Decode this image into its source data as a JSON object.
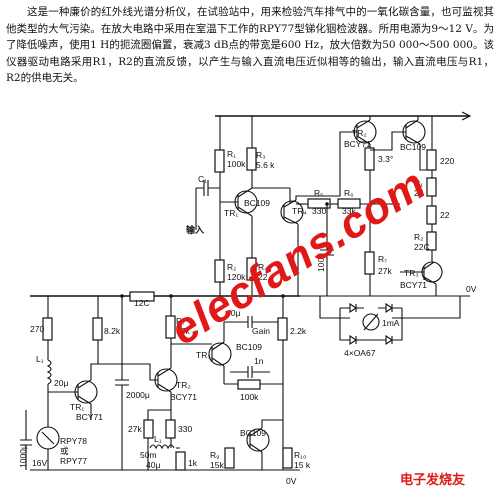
{
  "intro": {
    "text": "这是一种廉价的红外线光谱分析仪，在试验站中，用来检验汽车排气中的一氧化碳含量，也可监视其他类型的大气污染。在放大电路中采用在室温下工作的RPY77型锑化铟检波器。所用电源为9～12 V。为了降低噪声，使用1 H的扼流圈偏置，衰减3 dB点的带宽是600 Hz，放大倍数为50 000～500 000。该仪器驱动电路采用R1，R2的直流反馈，以产生与输入直流电压近似相等的输出，输入直流电压与R1，R2的供电无关。"
  },
  "circuit": {
    "upper_left": {
      "r_left_top": "R₁\n100k",
      "r_mid_top": "R₃\n5.6 k",
      "c1": "C₁",
      "tr1": "TR₁",
      "tr1_model": "BC109",
      "tr4": "TR₄",
      "input": "输入",
      "r_left_bot": "R₂\n120k",
      "r_mid_bot": "R₄\n22"
    },
    "upper_right": {
      "r5": "R₅",
      "r5_val": "330",
      "r6": "R₆",
      "r6_val": "33k",
      "cap100": "100μ",
      "r7": "R₇",
      "r7_val": "27k",
      "tr2": "TR₂",
      "tr2_model": "BCY71",
      "r33": "3.3°",
      "tr3_model": "BC109",
      "r220": "220",
      "r1_22": "R₁\n22",
      "r_22": "22",
      "r2_22": "R₂\n22C",
      "tr3": "TR₃",
      "tr3b_model": "BCY71",
      "meter": "1mA",
      "diodes": "4×OA67",
      "ov_top": "0V"
    },
    "lower": {
      "r12c": "12C",
      "r270": "270",
      "l1": "L₁",
      "l1_val": "20μ",
      "r8_2k": "8.2k",
      "tr1_l": "TR₁",
      "tr1_l_model": "BCY71",
      "c2000": "2000μ",
      "r7_15k": "R₇\n15k",
      "cap40": "40μ",
      "gain": "Gain",
      "r2_2k": "2.2k",
      "tr3_l": "TR₃",
      "tr3_l_model": "BC109",
      "c1n": "1n",
      "r100k": "100k",
      "tr2_l": "TR₂",
      "tr2_l_model": "BCY71",
      "r27k": "27k",
      "r330": "330",
      "l2": "L₁",
      "c50m": "50m",
      "c40u": "40μ",
      "r1k": "1k",
      "rpy": "RPY78\n或\nRPY77",
      "c1000": "1000μ",
      "v16": "16V",
      "bc109_low": "BC109",
      "r9": "R₉\n15k",
      "r10": "R₁₀\n15 k",
      "ov_bottom": "0V"
    }
  },
  "watermark": "elecfans.com",
  "brand": "电子发烧友"
}
